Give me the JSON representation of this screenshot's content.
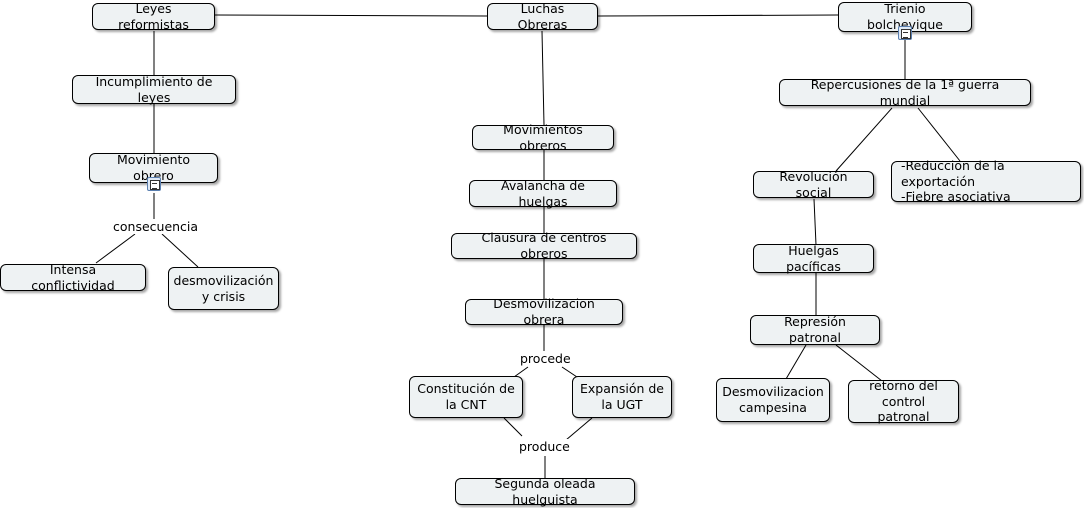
{
  "nodes": {
    "leyes_reformistas": "Leyes reformistas",
    "luchas_obreras": "Luchas Obreras",
    "trienio_bolchevique": "Trienio bolchevique",
    "incumplimiento_leyes": "Incumplimiento de leyes",
    "movimiento_obrero": "Movimiento obrero",
    "intensa_conflictividad": "Intensa conflictividad",
    "desmovilizacion_crisis": "desmovilización\ny crisis",
    "movimientos_obreros": "Movimientos obreros",
    "avalancha_huelgas": "Avalancha de huelgas",
    "clausura_centros": "Clausura de centros obreros",
    "desmovilizacion_obrera": "Desmovilizacion obrera",
    "constitucion_cnt": "Constitución de\nla CNT",
    "expansion_ugt": "Expansión de\nla UGT",
    "segunda_oleada": "Segunda oleada huelguista",
    "repercusiones_guerra": "Repercusiones de la 1ª guerra mundial",
    "revolucion_social": "Revolución social",
    "reduccion_exportacion": "-Reduccion de la exportación\n-Fiebre asociativa",
    "huelgas_pacificas": "Huelgas pacíficas",
    "represion_patronal": "Represión patronal",
    "desmovilizacion_campesina": "Desmovilizacion\ncampesina",
    "retorno_control": "retorno del\ncontrol patronal"
  },
  "link_labels": {
    "consecuencia": "consecuencia",
    "procede": "procede",
    "produce": "produce"
  },
  "icons": {
    "movimiento_obrero": "document-icon",
    "trienio_bolchevique": "document-icon"
  }
}
